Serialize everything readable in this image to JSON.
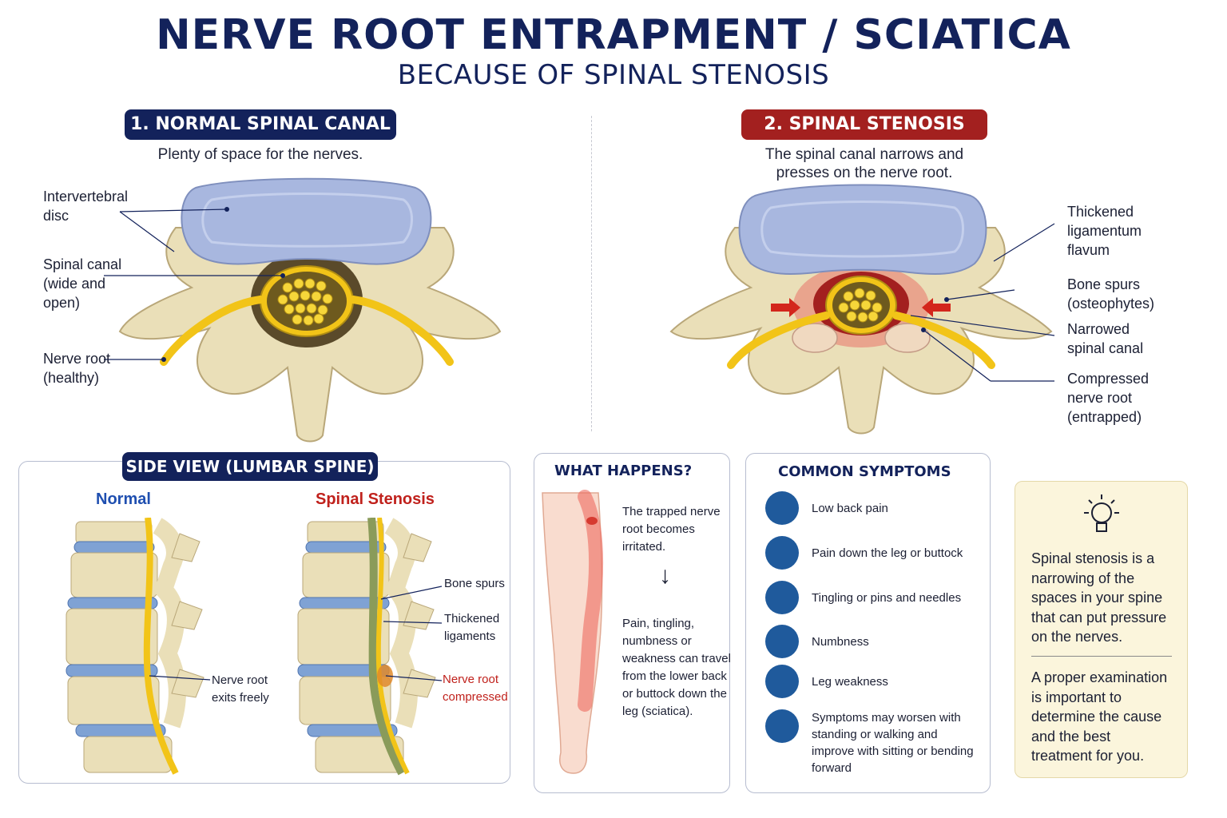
{
  "header": {
    "title": "NERVE ROOT ENTRAPMENT / SCIATICA",
    "subtitle": "BECAUSE OF SPINAL STENOSIS"
  },
  "colors": {
    "navy": "#13225b",
    "red": "#a3201f",
    "disc": "#a8b7df",
    "bone": "#eadfb8",
    "nerve": "#f2c418",
    "symptom_icon": "#1f5a9c"
  },
  "normal": {
    "heading": "1. NORMAL SPINAL CANAL",
    "description": "Plenty of space for the nerves.",
    "labels": {
      "disc": [
        "Intervertebral",
        "disc"
      ],
      "canal": [
        "Spinal canal",
        "(wide and",
        "open)"
      ],
      "nerve": [
        "Nerve root",
        "(healthy)"
      ]
    }
  },
  "stenosis": {
    "heading": "2. SPINAL STENOSIS",
    "description": [
      "The spinal canal narrows and",
      "presses on the nerve root."
    ],
    "labels": {
      "ligamentum": [
        "Thickened",
        "ligamentum",
        "flavum"
      ],
      "spurs": [
        "Bone spurs",
        "(osteophytes)"
      ],
      "narrowed": [
        "Narrowed",
        "spinal canal"
      ],
      "compressed": [
        "Compressed",
        "nerve root",
        "(entrapped)"
      ]
    }
  },
  "side_view": {
    "heading": "SIDE VIEW (LUMBAR SPINE)",
    "normal_label": "Normal",
    "stenosis_label": "Spinal Stenosis",
    "normal_callout": [
      "Nerve root",
      "exits freely"
    ],
    "bone_spurs": "Bone spurs",
    "ligaments": [
      "Thickened",
      "ligaments"
    ],
    "compressed": [
      "Nerve root",
      "compressed"
    ]
  },
  "what_happens": {
    "heading": "WHAT HAPPENS?",
    "text1": [
      "The trapped nerve",
      "root becomes",
      "irritated."
    ],
    "arrow": "↓",
    "text2": [
      "Pain, tingling,",
      "numbness or",
      "weakness can travel",
      "from the lower back",
      "or buttock down the",
      "leg (sciatica)."
    ]
  },
  "symptoms": {
    "heading": "COMMON SYMPTOMS",
    "items": [
      {
        "icon": "back-pain-icon",
        "text": [
          "Low back pain"
        ]
      },
      {
        "icon": "leg-pain-icon",
        "text": [
          "Pain down the leg or buttock"
        ]
      },
      {
        "icon": "tingling-icon",
        "text": [
          "Tingling or pins and needles"
        ]
      },
      {
        "icon": "foot-icon",
        "text": [
          "Numbness"
        ]
      },
      {
        "icon": "leg-weakness-icon",
        "text": [
          "Leg weakness"
        ]
      },
      {
        "icon": "walking-icon",
        "text": [
          "Symptoms may worsen with",
          "standing or walking and",
          "improve with sitting or bending",
          "forward"
        ]
      }
    ]
  },
  "info": {
    "para1": [
      "Spinal stenosis is a",
      "narrowing of the",
      "spaces in your spine",
      "that can put pressure",
      "on the nerves."
    ],
    "para2": [
      "A proper examination",
      "is important to",
      "determine the cause",
      "and the best",
      "treatment for you."
    ]
  }
}
